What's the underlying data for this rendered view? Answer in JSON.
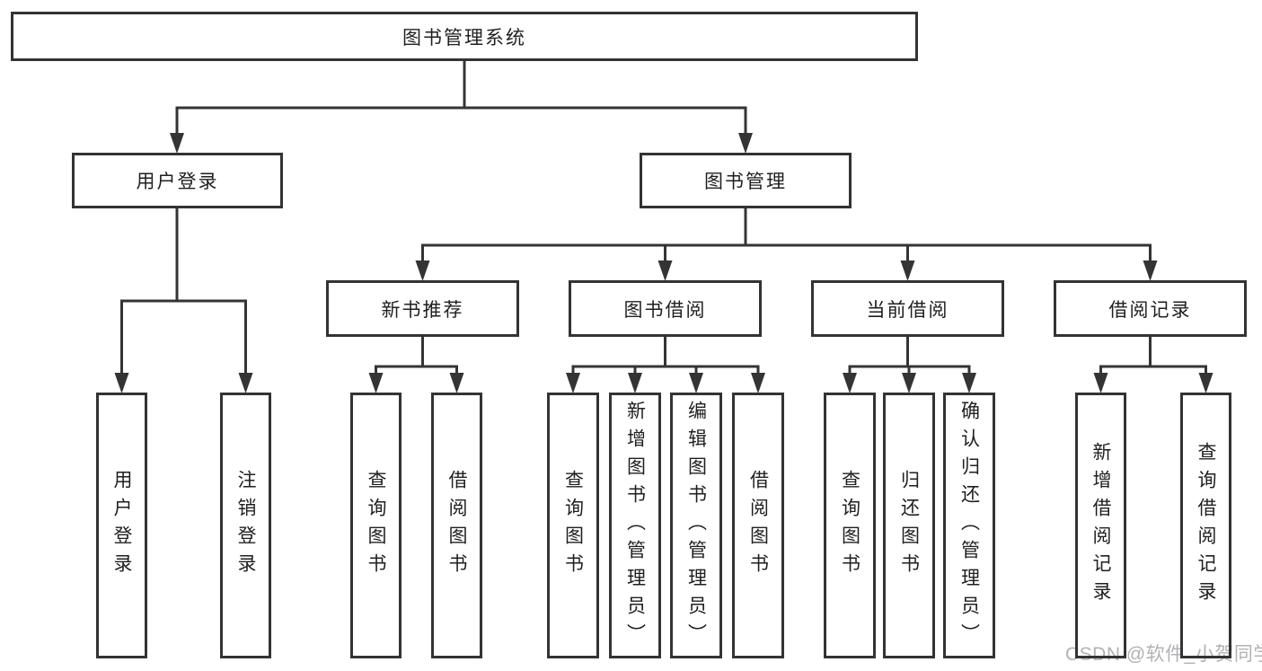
{
  "title": "图书管理系统",
  "level2": [
    {
      "label": "用户登录",
      "children": [
        "用户登录",
        "注销登录"
      ]
    },
    {
      "label": "图书管理"
    }
  ],
  "level3": [
    {
      "label": "新书推荐",
      "children": [
        "查询图书",
        "借阅图书"
      ]
    },
    {
      "label": "图书借阅",
      "children": [
        "查询图书",
        "新增图书（管理员）",
        "编辑图书（管理员）",
        "借阅图书"
      ]
    },
    {
      "label": "当前借阅",
      "children": [
        "查询图书",
        "归还图书",
        "确认归还（管理员）"
      ]
    },
    {
      "label": "借阅记录",
      "children": [
        "新增借阅记录",
        "查询借阅记录"
      ]
    }
  ],
  "watermark": "CSDN @软件_小贺同学",
  "colors": {
    "line": "#343434",
    "box_border": "#333333",
    "text": "#1f1f1f",
    "watermark": "#b2b2b6",
    "background": "#ffffff"
  }
}
